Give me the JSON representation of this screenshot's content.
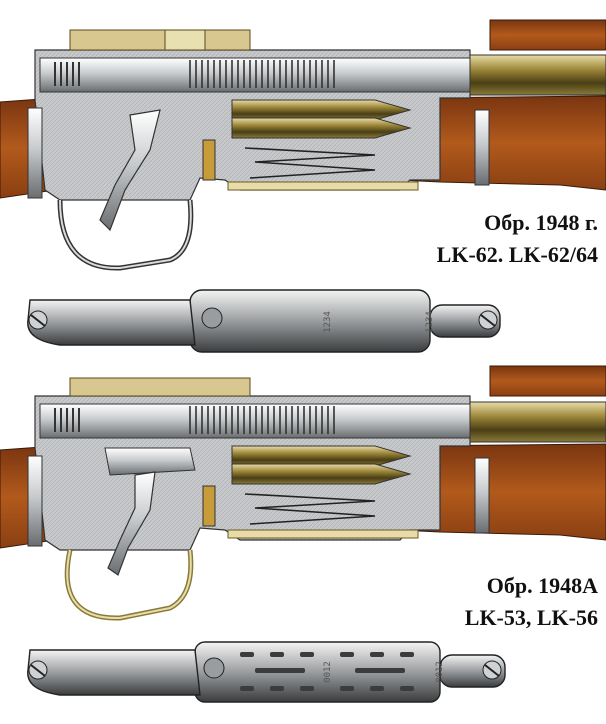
{
  "captions": {
    "model_1948_title": "Обр. 1948 г.",
    "model_1948_variants": "LK-62. LK-62/64",
    "model_1948a_title": "Обр. 1948А",
    "model_1948a_variants": "LK-53, LK-56"
  },
  "guard_markings": {
    "upper_a": "1234",
    "upper_b": "1234",
    "lower_a": "0012",
    "lower_b": "0012"
  },
  "colors": {
    "wood": "#9a4a17",
    "wood_light": "#c0661f",
    "steel": "#c9ccce",
    "steel_dark": "#6d7073",
    "brass": "#8a7a3a",
    "brass_light": "#d8c890",
    "gold_wire": "#b9a24a",
    "background": "#ffffff"
  }
}
